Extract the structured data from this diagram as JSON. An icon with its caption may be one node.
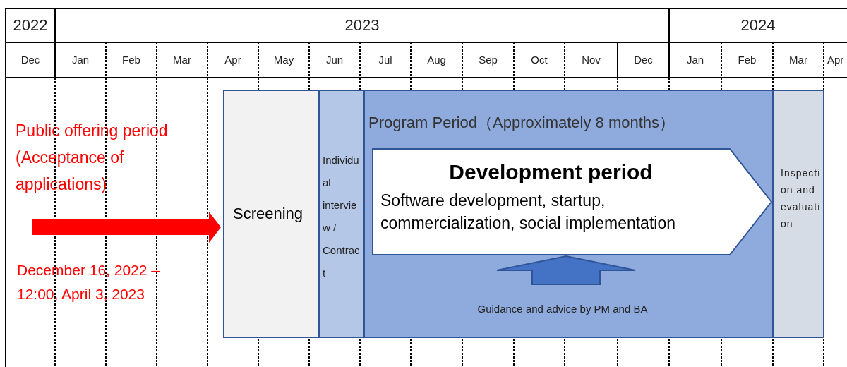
{
  "diagram": {
    "nodes": [
      {
        "text": [
          "Screening"
        ]
      },
      {
        "text": [
          "Individual interview / Contract"
        ]
      },
      {
        "text": [
          "Program Period（Approximately 8 months）"
        ]
      },
      {
        "text": [
          "Development period",
          "Software development, startup, commercialization, social implementation"
        ],
        "in": 2
      },
      {
        "text": [
          "Guidance and advice by PM and BA"
        ],
        "in": 2
      },
      {
        "text": [
          "Inspection and evaluation"
        ]
      }
    ],
    "edges": [
      {
        "from": null,
        "to": 0,
        "arrow": "to",
        "style": "thick",
        "color": "#ff0000"
      },
      {
        "from": 4,
        "to": 3,
        "arrow": "to",
        "style": "thick",
        "color": "#4472c4"
      }
    ],
    "labels": [
      "2022",
      "2023",
      "2024",
      "Dec",
      "Jan",
      "Feb",
      "Mar",
      "Apr",
      "May",
      "Jun",
      "Jul",
      "Aug",
      "Sep",
      "Oct",
      "Nov",
      "Dec",
      "Jan",
      "Feb",
      "Mar",
      "Apr",
      "Public offering period (Acceptance of applications)",
      "December 16, 2022 – 12:00, April 3, 2023"
    ]
  }
}
